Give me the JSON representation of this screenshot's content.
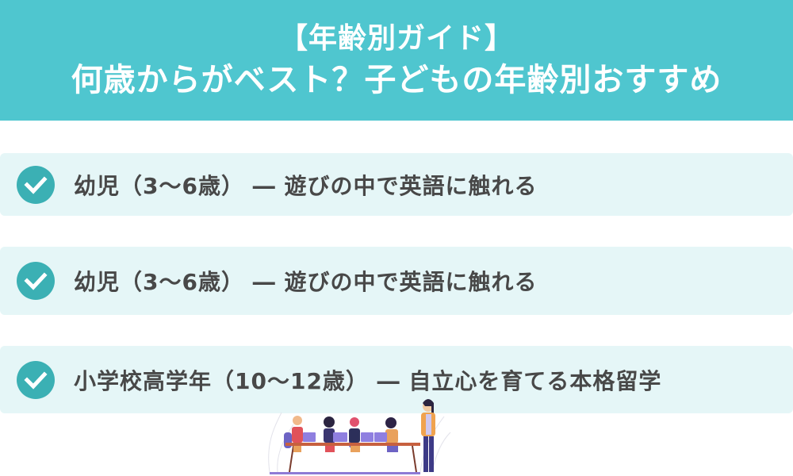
{
  "header": {
    "line1": "【年齢別ガイド】",
    "line2": "何歳からがベスト？子どもの年齢別おすすめ",
    "background_color": "#4fc6cf"
  },
  "items": [
    {
      "icon": "check-circle-icon",
      "text": "幼児（3〜6歳） ― 遊びの中で英語に触れる"
    },
    {
      "icon": "check-circle-icon",
      "text": "幼児（3〜6歳） ― 遊びの中で英語に触れる"
    },
    {
      "icon": "check-circle-icon",
      "text": "小学校高学年（10〜12歳） ― 自立心を育てる本格留学"
    }
  ],
  "colors": {
    "row_background": "#e5f6f7",
    "check_color": "#3bb0b4",
    "text_color": "#484848"
  },
  "illustration": {
    "description": "children studying with laptops at a table and a teacher standing"
  }
}
